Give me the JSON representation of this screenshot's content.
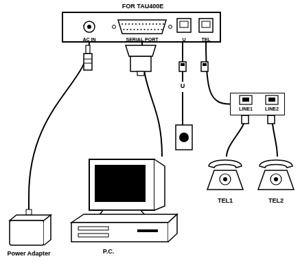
{
  "diagram": {
    "nodes": [
      {
        "text": [
          "FOR TAU400E",
          "AC IN",
          "SERIAL PORT",
          "U",
          "TEL"
        ]
      },
      {
        "text": [
          "LINE1",
          "LINE2"
        ]
      },
      {
        "text": [
          "Power Adapter"
        ]
      },
      {
        "text": [
          "P.C."
        ]
      },
      {
        "text": [
          "TEL1"
        ]
      },
      {
        "text": [
          "TEL2"
        ]
      }
    ],
    "edges": [
      {
        "from": 0,
        "to": 2,
        "arrow": "none"
      },
      {
        "from": 0,
        "to": 3,
        "arrow": "none"
      },
      {
        "from": 0,
        "to": 1,
        "arrow": "none"
      },
      {
        "from": 1,
        "to": 4,
        "arrow": "none"
      },
      {
        "from": 1,
        "to": 5,
        "arrow": "none"
      }
    ],
    "labels": [
      "U"
    ]
  }
}
